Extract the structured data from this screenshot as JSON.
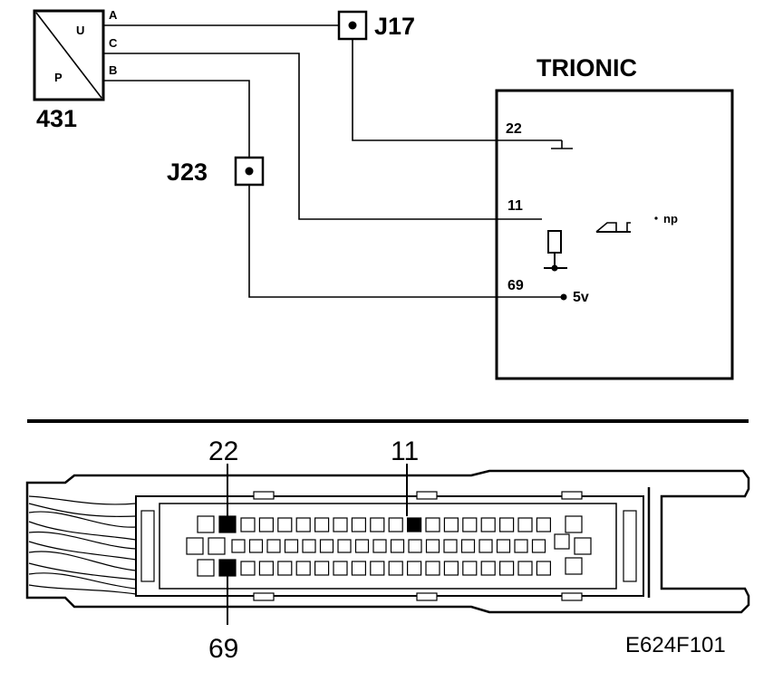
{
  "sensor": {
    "id": "431",
    "terminal_u": "U",
    "terminal_p": "P",
    "pins": [
      "A",
      "C",
      "B"
    ]
  },
  "junctions": [
    {
      "id": "J17"
    },
    {
      "id": "J23"
    }
  ],
  "ecu": {
    "title": "TRIONIC",
    "pins": [
      "22",
      "11",
      "69"
    ],
    "supply_label": "5v",
    "signal_label": "np"
  },
  "connector": {
    "callouts": [
      "22",
      "11",
      "69"
    ]
  },
  "figure_id": "E624F101"
}
